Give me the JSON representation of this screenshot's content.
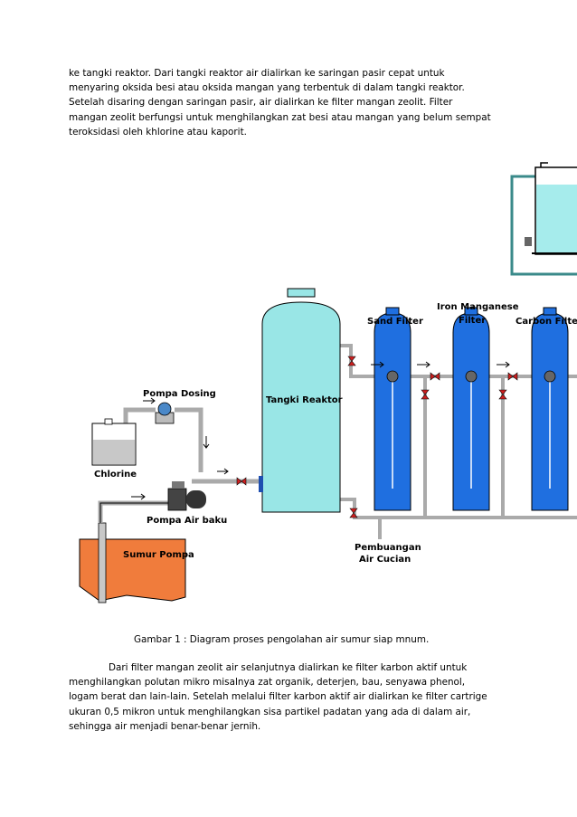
{
  "paragraph1": [
    "ke tangki reaktor. Dari tangki reaktor air dialirkan ke saringan pasir cepat untuk",
    "menyaring oksida besi atau oksida mangan yang terbentuk di dalam tangki reaktor.",
    "Setelah disaring dengan saringan pasir, air dialirkan ke filter mangan zeolit. Filter",
    "mangan zeolit berfungsi untuk menghilangkan zat besi atau mangan yang belum sempat",
    "teroksidasi oleh khlorine atau kaporit."
  ],
  "diagram": {
    "labels": {
      "pompa_dosing": "Pompa Dosing",
      "chlorine": "Chlorine",
      "pompa_air_baku": "Pompa Air baku",
      "sumur_pompa": "Sumur Pompa",
      "tangki_reaktor": "Tangki Reaktor",
      "sand_filter": "Sand Filter",
      "iron_manganese_1": "Iron Manganese",
      "iron_manganese_2": "Filter",
      "carbon_filter": "Carbon Filter",
      "pembuangan_1": "Pembuangan",
      "pembuangan_2": "Air Cucian"
    },
    "colors": {
      "tank": "#99e6e6",
      "filter": "#1f6fe0",
      "well": "#f07c3c",
      "pipe": "#d0d0d0"
    }
  },
  "caption": "Gambar 1 : Diagram proses pengolahan air sumur siap mnum.",
  "paragraph2": [
    "Dari filter mangan zeolit air selanjutnya dialirkan ke filter karbon aktif untuk",
    "menghilangkan polutan mikro misalnya zat organik, deterjen, bau, senyawa phenol,",
    "logam berat dan lain-lain. Setelah melalui filter karbon aktif air dialirkan ke filter cartrige",
    "ukuran 0,5 mikron untuk menghilangkan sisa partikel padatan yang ada di dalam air,",
    "sehingga air menjadi benar-benar jernih."
  ]
}
